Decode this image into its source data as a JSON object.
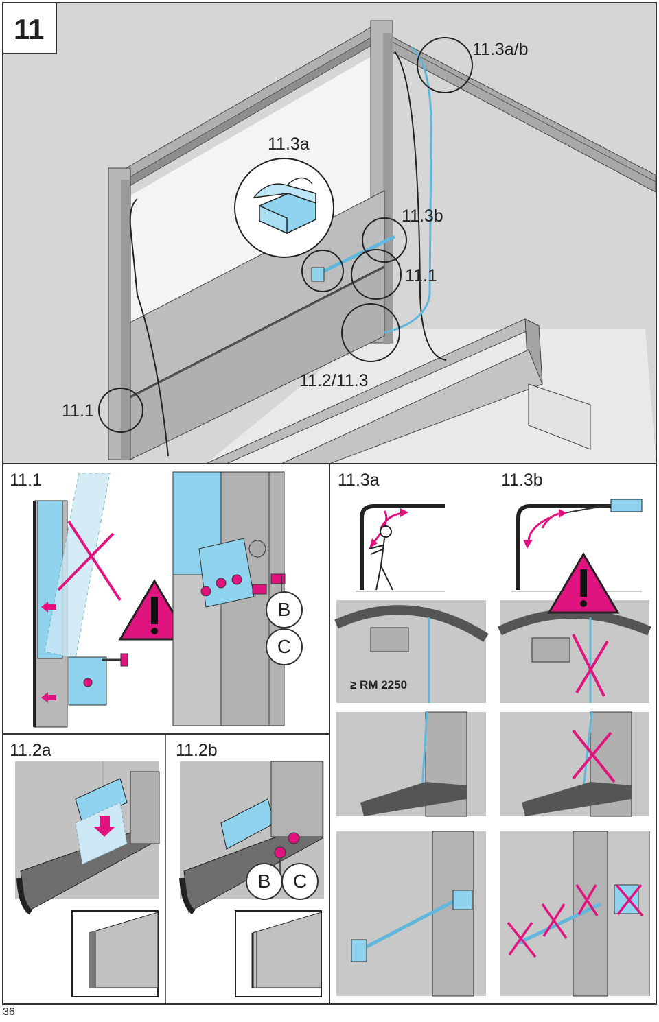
{
  "step_number": "11",
  "page_number": "36",
  "overview": {
    "callouts": {
      "c_11_3ab": "11.3a/b",
      "c_11_3a": "11.3a",
      "c_11_3b": "11.3b",
      "c_11_1_right": "11.1",
      "c_11_2_11_3": "11.2/11.3",
      "c_11_1_left": "11.1"
    }
  },
  "panels": {
    "p_11_1": {
      "title": "11.1",
      "screw_b": "B",
      "screw_c": "C"
    },
    "p_11_3a": {
      "title": "11.3a",
      "measure": "≥ RM 2250"
    },
    "p_11_3b": {
      "title": "11.3b"
    },
    "p_11_2a": {
      "title": "11.2a"
    },
    "p_11_2b": {
      "title": "11.2b",
      "screw_b": "B",
      "screw_c": "C"
    }
  },
  "colors": {
    "background_gray": "#d6d6d6",
    "panel_gray": "#b4b4b4",
    "frame_dark": "#8a8a8a",
    "accent_blue": "#8fd3ee",
    "warning_magenta": "#e0147f",
    "line": "#333333"
  }
}
